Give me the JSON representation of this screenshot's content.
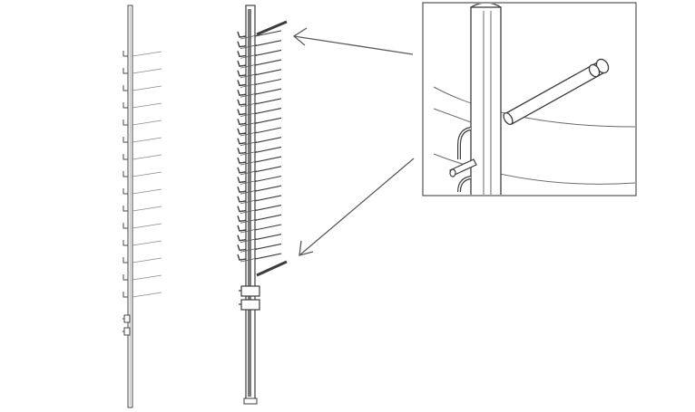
{
  "figure": {
    "views": [
      "left-side-view",
      "main-view",
      "detail-inset"
    ],
    "colors": {
      "background": "#ffffff",
      "line": "#4a4a4a",
      "light_line": "#8a8a8a",
      "post_fill": "#6e6e6e",
      "inset_border": "#555555"
    }
  }
}
